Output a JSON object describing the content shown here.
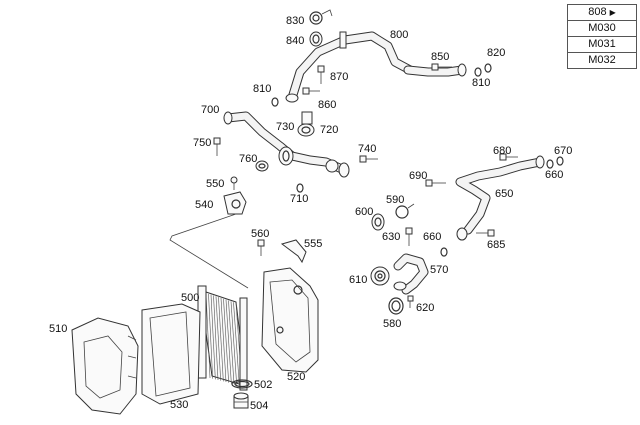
{
  "ref_box": {
    "top_label": "808",
    "top_arrow": "▶",
    "rows": [
      "M030",
      "M031",
      "M032"
    ]
  },
  "callouts": {
    "p830": "830",
    "p840": "840",
    "p800": "800",
    "p850": "850",
    "p820": "820",
    "p810a": "810",
    "p810b": "810",
    "p870": "870",
    "p860": "860",
    "p700": "700",
    "p730": "730",
    "p720": "720",
    "p750": "750",
    "p760": "760",
    "p740": "740",
    "p550": "550",
    "p540": "540",
    "p710": "710",
    "p680": "680",
    "p670": "670",
    "p690": "690",
    "p660a": "660",
    "p650": "650",
    "p590": "590",
    "p600": "600",
    "p630": "630",
    "p660b": "660",
    "p685": "685",
    "p560": "560",
    "p555": "555",
    "p610": "610",
    "p570": "570",
    "p620": "620",
    "p580": "580",
    "p500": "500",
    "p510": "510",
    "p530": "530",
    "p520": "520",
    "p502": "502",
    "p504": "504"
  }
}
